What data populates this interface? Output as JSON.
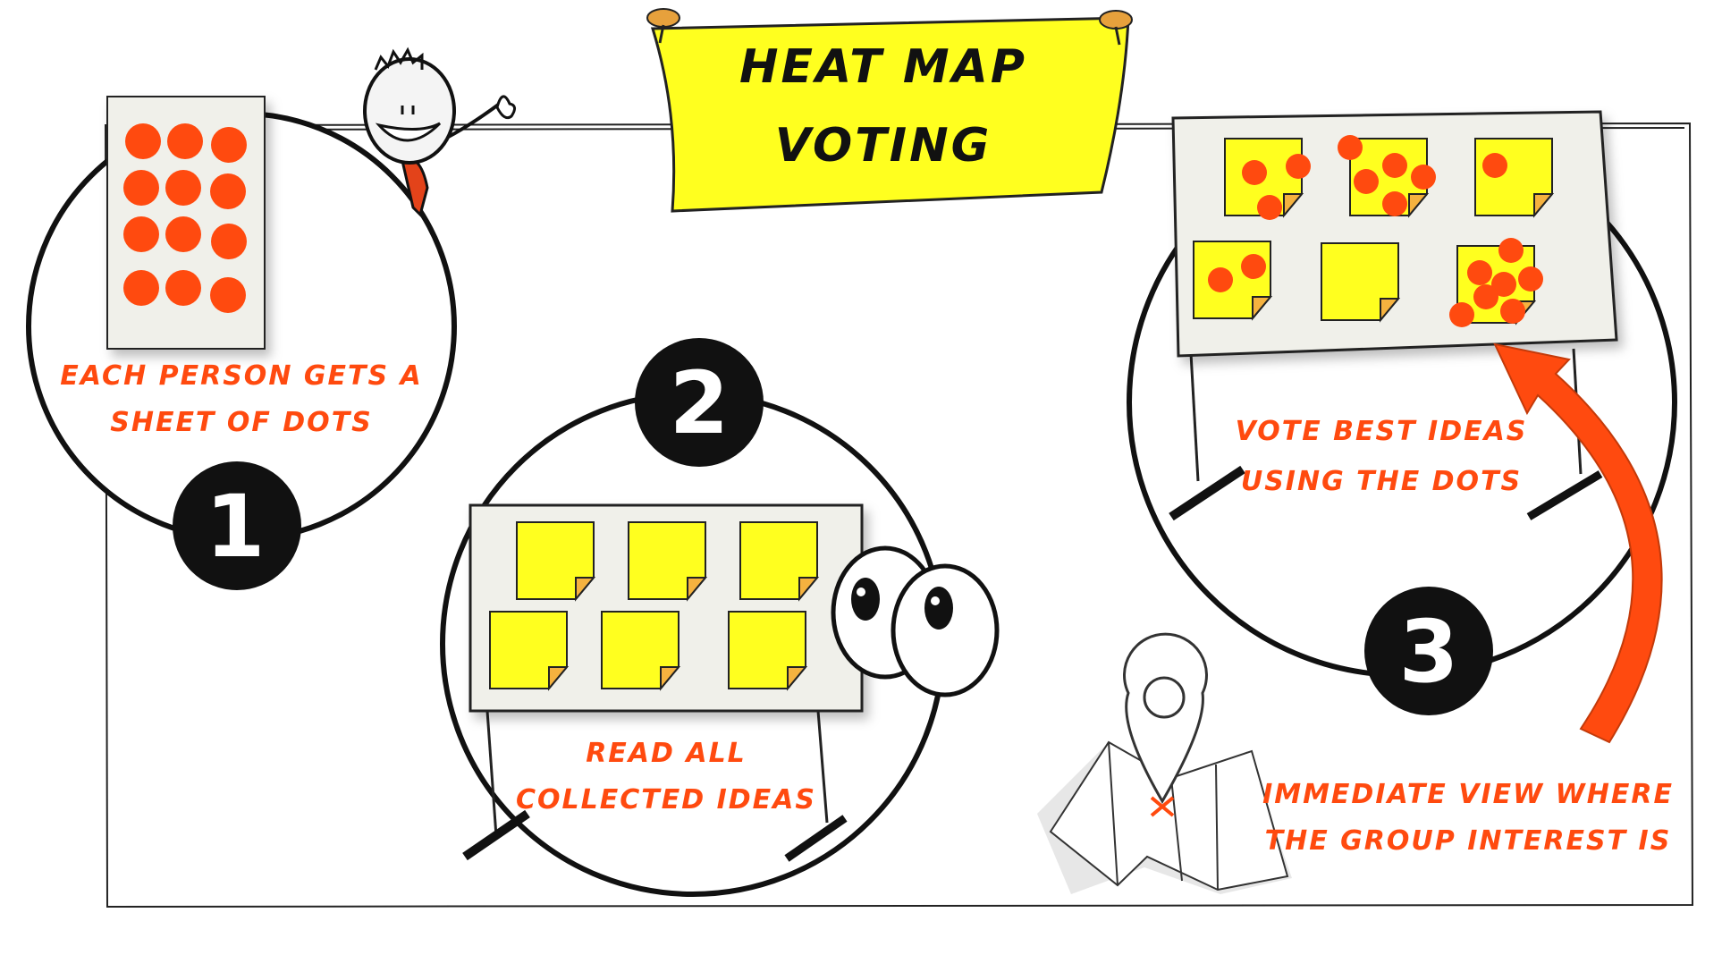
{
  "title": {
    "line1": "HEAT MAP",
    "line2": "VOTING"
  },
  "steps": [
    {
      "number": "1",
      "caption_line1": "EACH PERSON GETS A",
      "caption_line2": "SHEET OF DOTS"
    },
    {
      "number": "2",
      "caption_line1": "READ ALL",
      "caption_line2": "COLLECTED IDEAS"
    },
    {
      "number": "3",
      "caption_line1": "VOTE BEST IDEAS",
      "caption_line2": "USING THE DOTS"
    }
  ],
  "result": {
    "caption_line1": "IMMEDIATE VIEW WHERE",
    "caption_line2": "THE GROUP INTEREST IS"
  },
  "colors": {
    "dot": "#ff4a0f",
    "sticky": "#ffff1f",
    "ink": "#111111",
    "caption": "#ff4a0f"
  },
  "icons": [
    "stick-figure-icon",
    "eyes-icon",
    "map-pin-icon",
    "curved-arrow-icon",
    "pushpin-icon"
  ]
}
